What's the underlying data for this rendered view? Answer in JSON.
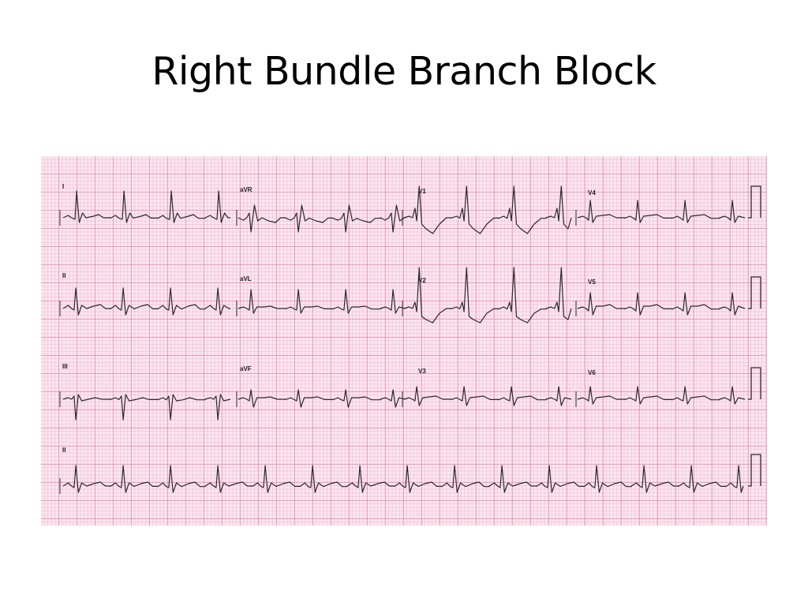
{
  "slide": {
    "title": "Right Bundle Branch Block"
  },
  "ecg": {
    "grid_color_major": "#e278a0",
    "grid_color_minor": "#ecaac3",
    "paper_color": "#fbe7f0",
    "trace_color": "#2a2a2a",
    "leads": [
      {
        "name": "I",
        "row": 0,
        "col": 0,
        "pattern": "i"
      },
      {
        "name": "aVR",
        "row": 0,
        "col": 1,
        "pattern": "avr"
      },
      {
        "name": "V1",
        "row": 0,
        "col": 2,
        "pattern": "v1"
      },
      {
        "name": "V4",
        "row": 0,
        "col": 3,
        "pattern": "v4"
      },
      {
        "name": "II",
        "row": 1,
        "col": 0,
        "pattern": "ii"
      },
      {
        "name": "aVL",
        "row": 1,
        "col": 1,
        "pattern": "avl"
      },
      {
        "name": "V2",
        "row": 1,
        "col": 2,
        "pattern": "v2"
      },
      {
        "name": "V5",
        "row": 1,
        "col": 3,
        "pattern": "v5"
      },
      {
        "name": "III",
        "row": 2,
        "col": 0,
        "pattern": "iii"
      },
      {
        "name": "aVF",
        "row": 2,
        "col": 1,
        "pattern": "avf"
      },
      {
        "name": "V3",
        "row": 2,
        "col": 2,
        "pattern": "v3"
      },
      {
        "name": "V6",
        "row": 2,
        "col": 3,
        "pattern": "v6"
      }
    ],
    "rhythm_strip": {
      "name": "II",
      "pattern": "ii"
    }
  }
}
